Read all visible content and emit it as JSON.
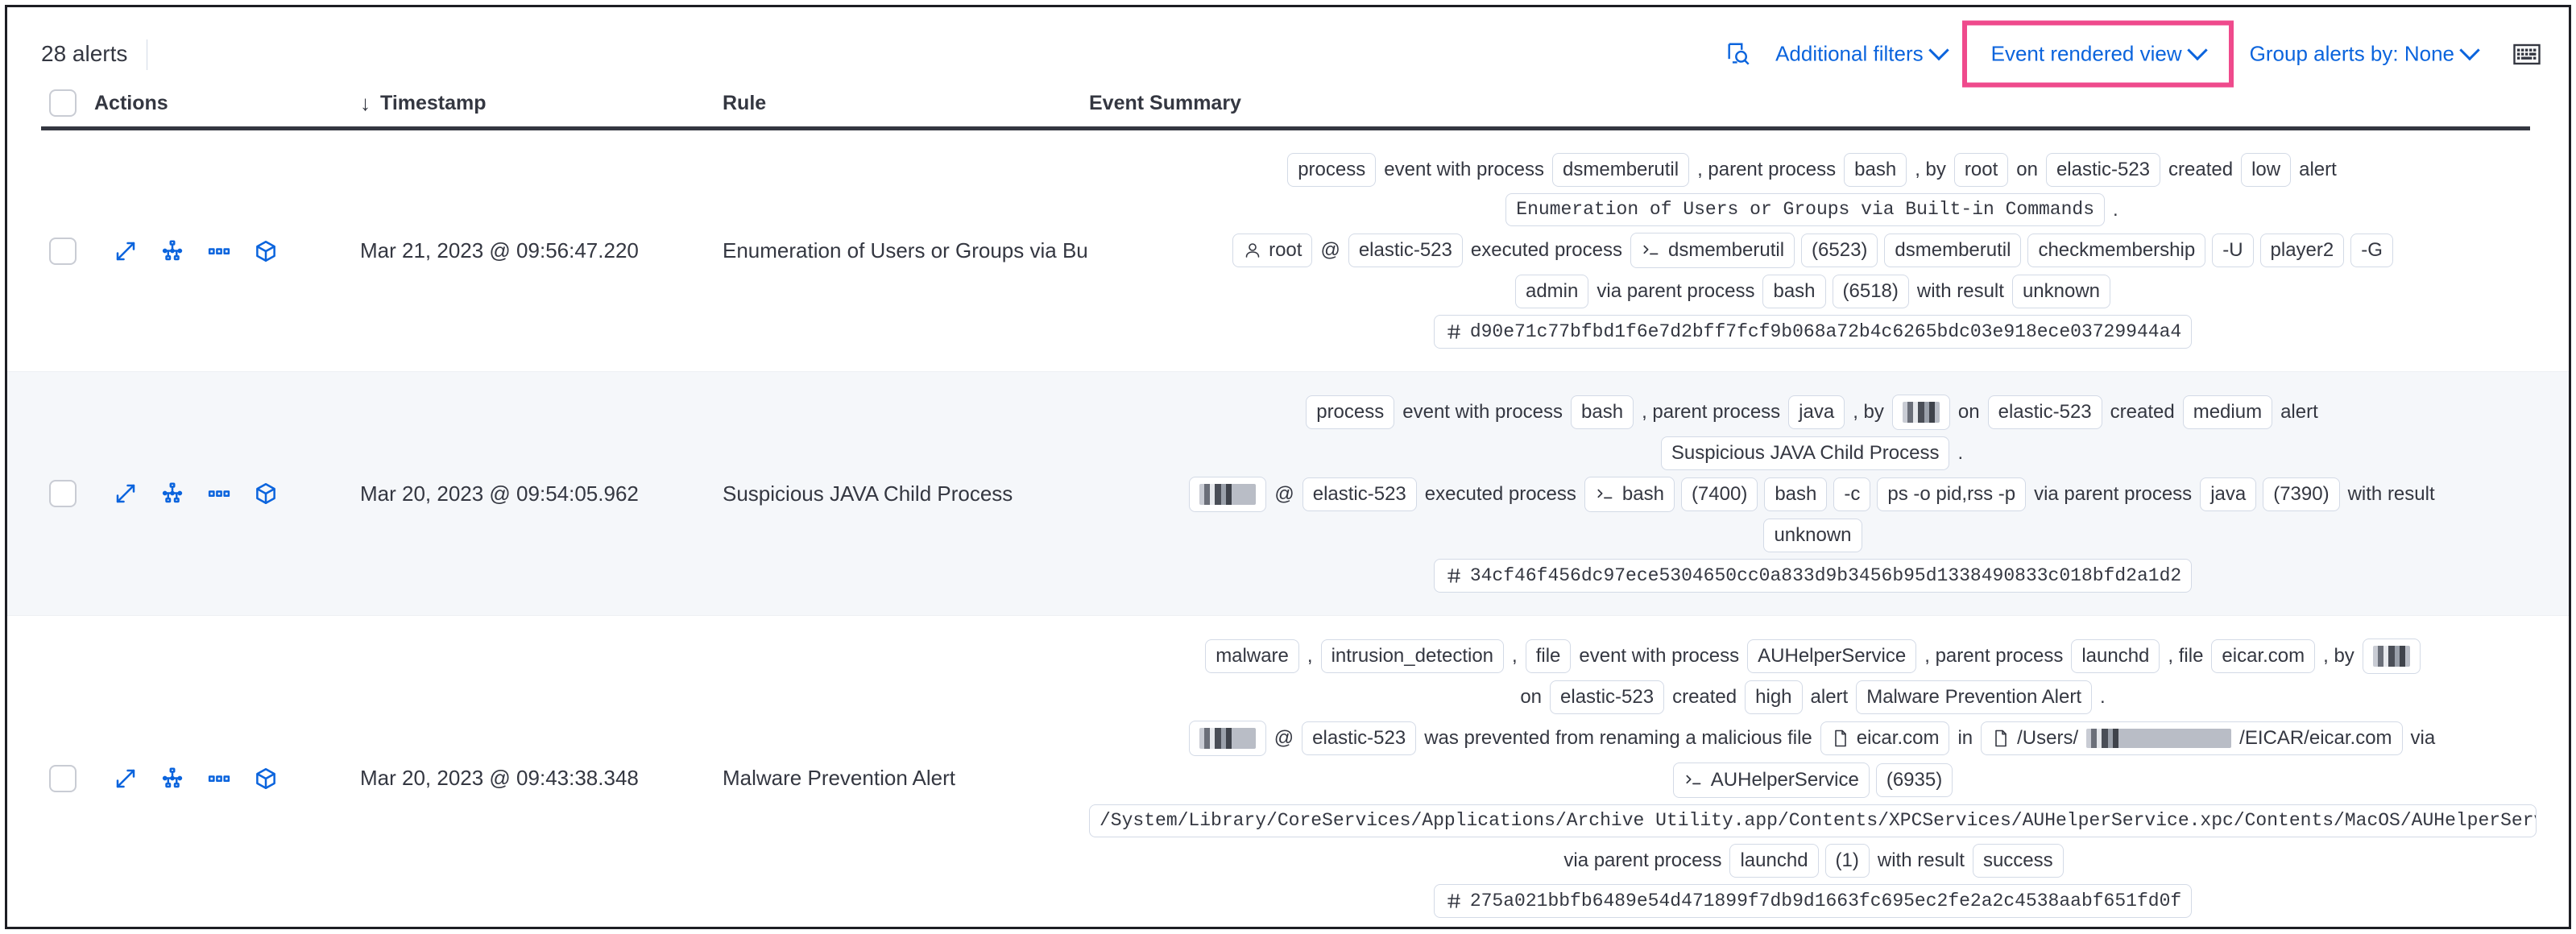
{
  "toolbar": {
    "alert_count": "28 alerts",
    "inspect_icon": "inspect-search-icon",
    "additional_filters": "Additional filters",
    "event_rendered_view": "Event rendered view",
    "group_alerts_by": "Group alerts by: None",
    "keyboard_icon": "keyboard-shortcut-icon",
    "highlight_color": "#ef4a8c",
    "link_color": "#0b64dd"
  },
  "columns": {
    "sort_arrow": "↓",
    "actions": "Actions",
    "timestamp": "Timestamp",
    "rule": "Rule",
    "event_summary": "Event Summary"
  },
  "row_action_icons": [
    "expand-icon",
    "analyzer-icon",
    "more-actions-icon",
    "session-view-cube-icon"
  ],
  "rows": [
    {
      "timestamp": "Mar 21, 2023 @ 09:56:47.220",
      "rule": "Enumeration of Users or Groups via Bui",
      "summary": [
        [
          {
            "t": "chip",
            "v": "process"
          },
          {
            "t": "txt",
            "v": "event with process"
          },
          {
            "t": "chip",
            "v": "dsmemberutil"
          },
          {
            "t": "txt",
            "v": ", parent process"
          },
          {
            "t": "chip",
            "v": "bash"
          },
          {
            "t": "txt",
            "v": ", by"
          },
          {
            "t": "chip",
            "v": "root"
          },
          {
            "t": "txt",
            "v": "on"
          },
          {
            "t": "chip",
            "v": "elastic-523"
          },
          {
            "t": "txt",
            "v": "created"
          },
          {
            "t": "chip",
            "v": "low"
          },
          {
            "t": "txt",
            "v": "alert"
          }
        ],
        [
          {
            "t": "chip",
            "v": "Enumeration of Users or Groups via Built-in Commands"
          },
          {
            "t": "txt",
            "v": "."
          }
        ],
        [
          {
            "t": "chip",
            "v": "root",
            "icon": "user-icon"
          },
          {
            "t": "txt",
            "v": "@"
          },
          {
            "t": "chip",
            "v": "elastic-523"
          },
          {
            "t": "txt",
            "v": "executed process"
          },
          {
            "t": "chip",
            "v": "dsmemberutil",
            "icon": "console-icon"
          },
          {
            "t": "chip",
            "v": "(6523)"
          },
          {
            "t": "chip",
            "v": "dsmemberutil"
          },
          {
            "t": "chip",
            "v": "checkmembership"
          },
          {
            "t": "chip",
            "v": "-U"
          },
          {
            "t": "chip",
            "v": "player2"
          },
          {
            "t": "chip",
            "v": "-G"
          }
        ],
        [
          {
            "t": "chip",
            "v": "admin"
          },
          {
            "t": "txt",
            "v": "via parent process"
          },
          {
            "t": "chip",
            "v": "bash"
          },
          {
            "t": "chip",
            "v": "(6518)"
          },
          {
            "t": "txt",
            "v": "with result"
          },
          {
            "t": "chip",
            "v": "unknown"
          }
        ],
        [
          {
            "t": "chip",
            "v": "d90e71c77bfbd1f6e7d2bff7fcf9b068a72b4c6265bdc03e918ece03729944a4",
            "icon": "hash-icon"
          }
        ]
      ]
    },
    {
      "timestamp": "Mar 20, 2023 @ 09:54:05.962",
      "rule": "Suspicious JAVA Child Process",
      "summary": [
        [
          {
            "t": "chip",
            "v": "process"
          },
          {
            "t": "txt",
            "v": "event with process"
          },
          {
            "t": "chip",
            "v": "bash"
          },
          {
            "t": "txt",
            "v": ", parent process"
          },
          {
            "t": "chip",
            "v": "java"
          },
          {
            "t": "txt",
            "v": ", by"
          },
          {
            "t": "chip",
            "v": "",
            "redacted": true
          },
          {
            "t": "txt",
            "v": "on"
          },
          {
            "t": "chip",
            "v": "elastic-523"
          },
          {
            "t": "txt",
            "v": "created"
          },
          {
            "t": "chip",
            "v": "medium"
          },
          {
            "t": "txt",
            "v": "alert"
          }
        ],
        [
          {
            "t": "chip",
            "v": "Suspicious JAVA Child Process"
          },
          {
            "t": "txt",
            "v": "."
          }
        ],
        [
          {
            "t": "chip",
            "v": "",
            "redacted": true,
            "wide": true
          },
          {
            "t": "txt",
            "v": "@"
          },
          {
            "t": "chip",
            "v": "elastic-523"
          },
          {
            "t": "txt",
            "v": "executed process"
          },
          {
            "t": "chip",
            "v": "bash",
            "icon": "console-icon"
          },
          {
            "t": "chip",
            "v": "(7400)"
          },
          {
            "t": "chip",
            "v": "bash"
          },
          {
            "t": "chip",
            "v": "-c"
          },
          {
            "t": "chip",
            "v": "ps -o pid,rss -p"
          },
          {
            "t": "txt",
            "v": "via parent process"
          },
          {
            "t": "chip",
            "v": "java"
          },
          {
            "t": "chip",
            "v": "(7390)"
          },
          {
            "t": "txt",
            "v": "with result"
          }
        ],
        [
          {
            "t": "chip",
            "v": "unknown"
          }
        ],
        [
          {
            "t": "chip",
            "v": "34cf46f456dc97ece5304650cc0a833d9b3456b95d1338490833c018bfd2a1d2",
            "icon": "hash-icon"
          }
        ]
      ]
    },
    {
      "timestamp": "Mar 20, 2023 @ 09:43:38.348",
      "rule": "Malware Prevention Alert",
      "summary": [
        [
          {
            "t": "chip",
            "v": "malware"
          },
          {
            "t": "txt",
            "v": ","
          },
          {
            "t": "chip",
            "v": "intrusion_detection"
          },
          {
            "t": "txt",
            "v": ","
          },
          {
            "t": "chip",
            "v": "file"
          },
          {
            "t": "txt",
            "v": "event with process"
          },
          {
            "t": "chip",
            "v": "AUHelperService"
          },
          {
            "t": "txt",
            "v": ", parent process"
          },
          {
            "t": "chip",
            "v": "launchd"
          },
          {
            "t": "txt",
            "v": ", file"
          },
          {
            "t": "chip",
            "v": "eicar.com"
          },
          {
            "t": "txt",
            "v": ", by"
          },
          {
            "t": "chip",
            "v": "",
            "redacted": true
          }
        ],
        [
          {
            "t": "txt",
            "v": "on"
          },
          {
            "t": "chip",
            "v": "elastic-523"
          },
          {
            "t": "txt",
            "v": "created"
          },
          {
            "t": "chip",
            "v": "high"
          },
          {
            "t": "txt",
            "v": "alert"
          },
          {
            "t": "chip",
            "v": "Malware Prevention Alert"
          },
          {
            "t": "txt",
            "v": "."
          }
        ],
        [
          {
            "t": "chip",
            "v": "",
            "redacted": true,
            "wide": true
          },
          {
            "t": "txt",
            "v": "@"
          },
          {
            "t": "chip",
            "v": "elastic-523"
          },
          {
            "t": "txt",
            "v": "was prevented from renaming a malicious file"
          },
          {
            "t": "chip",
            "v": "eicar.com",
            "icon": "file-icon"
          },
          {
            "t": "txt",
            "v": "in"
          },
          {
            "t": "chip",
            "v": "/Users/",
            "suffix": "/EICAR/eicar.com",
            "icon": "file-icon",
            "redacted_mid": true
          },
          {
            "t": "txt",
            "v": "via"
          }
        ],
        [
          {
            "t": "chip",
            "v": "AUHelperService",
            "icon": "console-icon"
          },
          {
            "t": "chip",
            "v": "(6935)"
          }
        ],
        [
          {
            "t": "chip",
            "v": "/System/Library/CoreServices/Applications/Archive Utility.app/Contents/XPCServices/AUHelperService.xpc/Contents/MacOS/AUHelperService"
          }
        ],
        [
          {
            "t": "txt",
            "v": "via parent process"
          },
          {
            "t": "chip",
            "v": "launchd"
          },
          {
            "t": "chip",
            "v": "(1)"
          },
          {
            "t": "txt",
            "v": "with result"
          },
          {
            "t": "chip",
            "v": "success"
          }
        ],
        [
          {
            "t": "chip",
            "v": "275a021bbfb6489e54d471899f7db9d1663fc695ec2fe2a2c4538aabf651fd0f",
            "icon": "hash-icon"
          }
        ]
      ]
    }
  ]
}
